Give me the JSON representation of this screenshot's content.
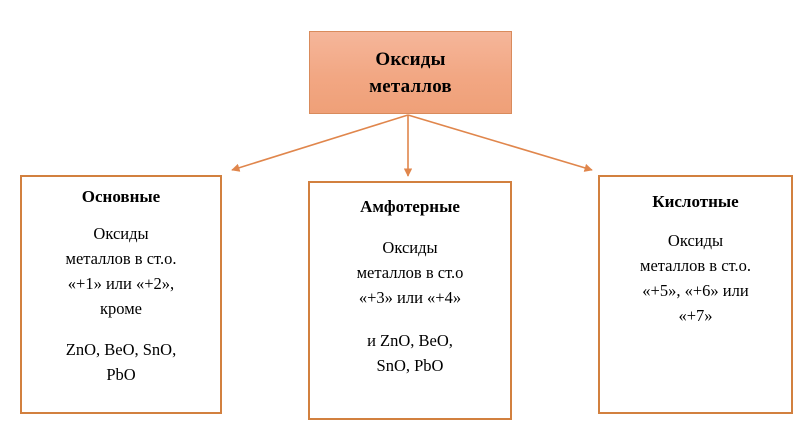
{
  "diagram": {
    "type": "classification-tree",
    "title": "Оксиды металлов",
    "colors": {
      "root_fill_top": "#F5B69A",
      "root_fill_bottom": "#EFA078",
      "root_border": "#D98B5C",
      "box_border": "#D2803F",
      "arrow": "#E0864C",
      "background": "#FFFFFF",
      "text": "#000000"
    },
    "root": {
      "label_line1": "Оксиды",
      "label_line2": "металлов"
    },
    "branches": [
      {
        "id": "basic",
        "title": "Основные",
        "description": "Оксиды\nметаллов в ст.о.\n«+1» или «+2»,\nкроме",
        "exceptions": "ZnO, BeO, SnO,\nPbO"
      },
      {
        "id": "amphoteric",
        "title": "Амфотерные",
        "description": "Оксиды\nметаллов в ст.о\n«+3» или «+4»",
        "exceptions": "и ZnO, BeO,\nSnO, PbO"
      },
      {
        "id": "acidic",
        "title": "Кислотные",
        "description": "Оксиды\nметаллов в ст.о.\n«+5», «+6» или\n«+7»",
        "exceptions": ""
      }
    ],
    "connectors": [
      {
        "id": "arrow-to-basic",
        "from": "root",
        "to": "basic",
        "direction": "down-left"
      },
      {
        "id": "arrow-to-amphoteric",
        "from": "root",
        "to": "amphoteric",
        "direction": "down"
      },
      {
        "id": "arrow-to-acidic",
        "from": "root",
        "to": "acidic",
        "direction": "down-right"
      }
    ]
  }
}
